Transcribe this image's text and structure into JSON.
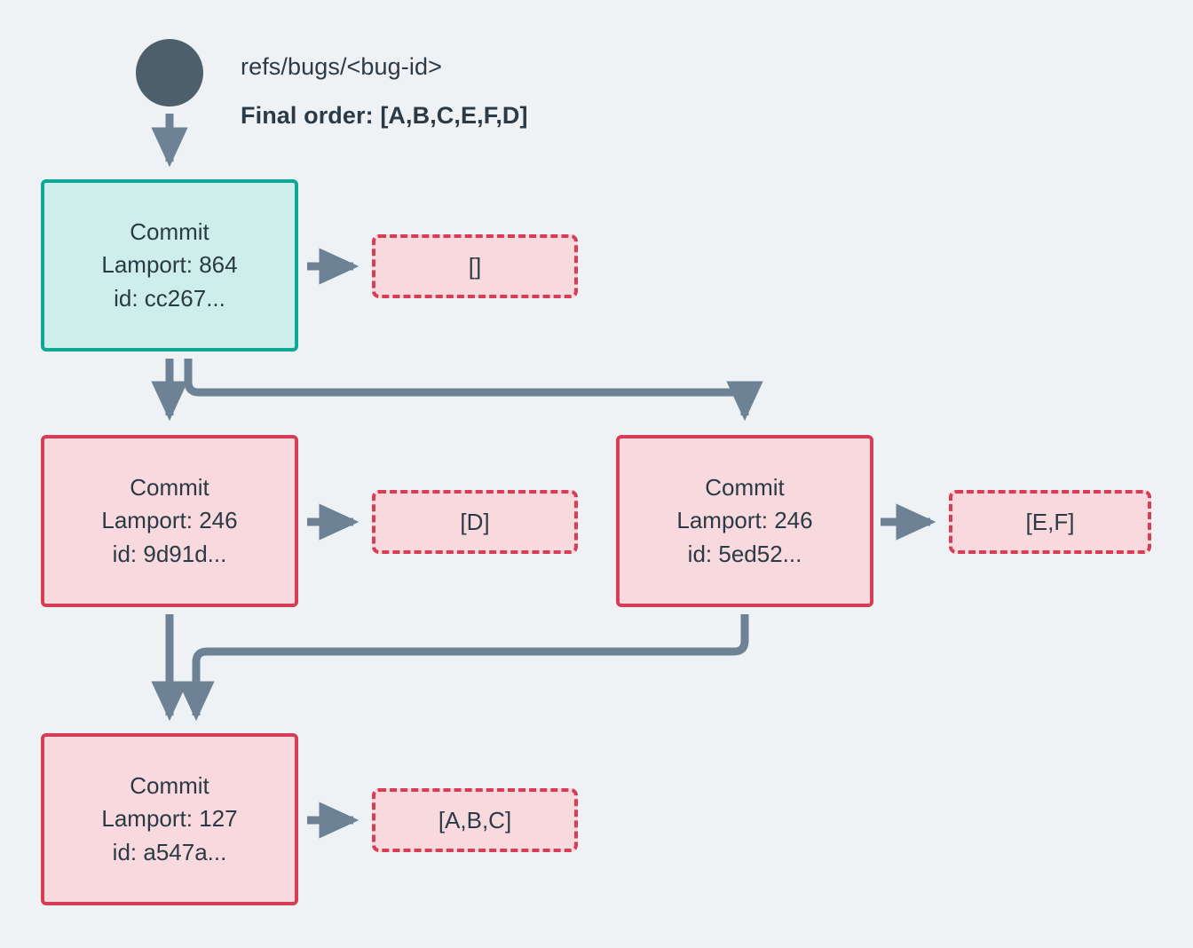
{
  "diagram": {
    "ref_label": "refs/bugs/<bug-id>",
    "final_order_label": "Final order: [A,B,C,E,F,D]",
    "root_marker_name": "ref-head-dot",
    "colors": {
      "background": "#eff2f5",
      "root_dot": "#4c5f6b",
      "edge": "#6d8395",
      "teal_fill": "#cdeeea",
      "teal_border": "#0ea896",
      "pink_fill": "#f7d9de",
      "pink_border": "#d73d54",
      "text": "#2b3a45"
    },
    "nodes": [
      {
        "id": "cc267",
        "title": "Commit",
        "lamport": "Lamport: 864",
        "hash": "id: cc267...",
        "style": "teal"
      },
      {
        "id": "9d91d",
        "title": "Commit",
        "lamport": "Lamport: 246",
        "hash": "id: 9d91d...",
        "style": "pink"
      },
      {
        "id": "5ed52",
        "title": "Commit",
        "lamport": "Lamport: 246",
        "hash": "id: 5ed52...",
        "style": "pink"
      },
      {
        "id": "a547a",
        "title": "Commit",
        "lamport": "Lamport: 127",
        "hash": "id: a547a...",
        "style": "pink"
      }
    ],
    "operation_boxes": [
      {
        "id": "ops-cc267",
        "label": "[]"
      },
      {
        "id": "ops-9d91d",
        "label": "[D]"
      },
      {
        "id": "ops-5ed52",
        "label": "[E,F]"
      },
      {
        "id": "ops-a547a",
        "label": "[A,B,C]"
      }
    ],
    "edges": [
      {
        "from": "ref-head",
        "to": "cc267"
      },
      {
        "from": "cc267",
        "to": "ops-cc267"
      },
      {
        "from": "cc267",
        "to": "9d91d"
      },
      {
        "from": "cc267",
        "to": "5ed52"
      },
      {
        "from": "9d91d",
        "to": "ops-9d91d"
      },
      {
        "from": "5ed52",
        "to": "ops-5ed52"
      },
      {
        "from": "9d91d",
        "to": "a547a"
      },
      {
        "from": "5ed52",
        "to": "a547a"
      },
      {
        "from": "a547a",
        "to": "ops-a547a"
      }
    ]
  }
}
